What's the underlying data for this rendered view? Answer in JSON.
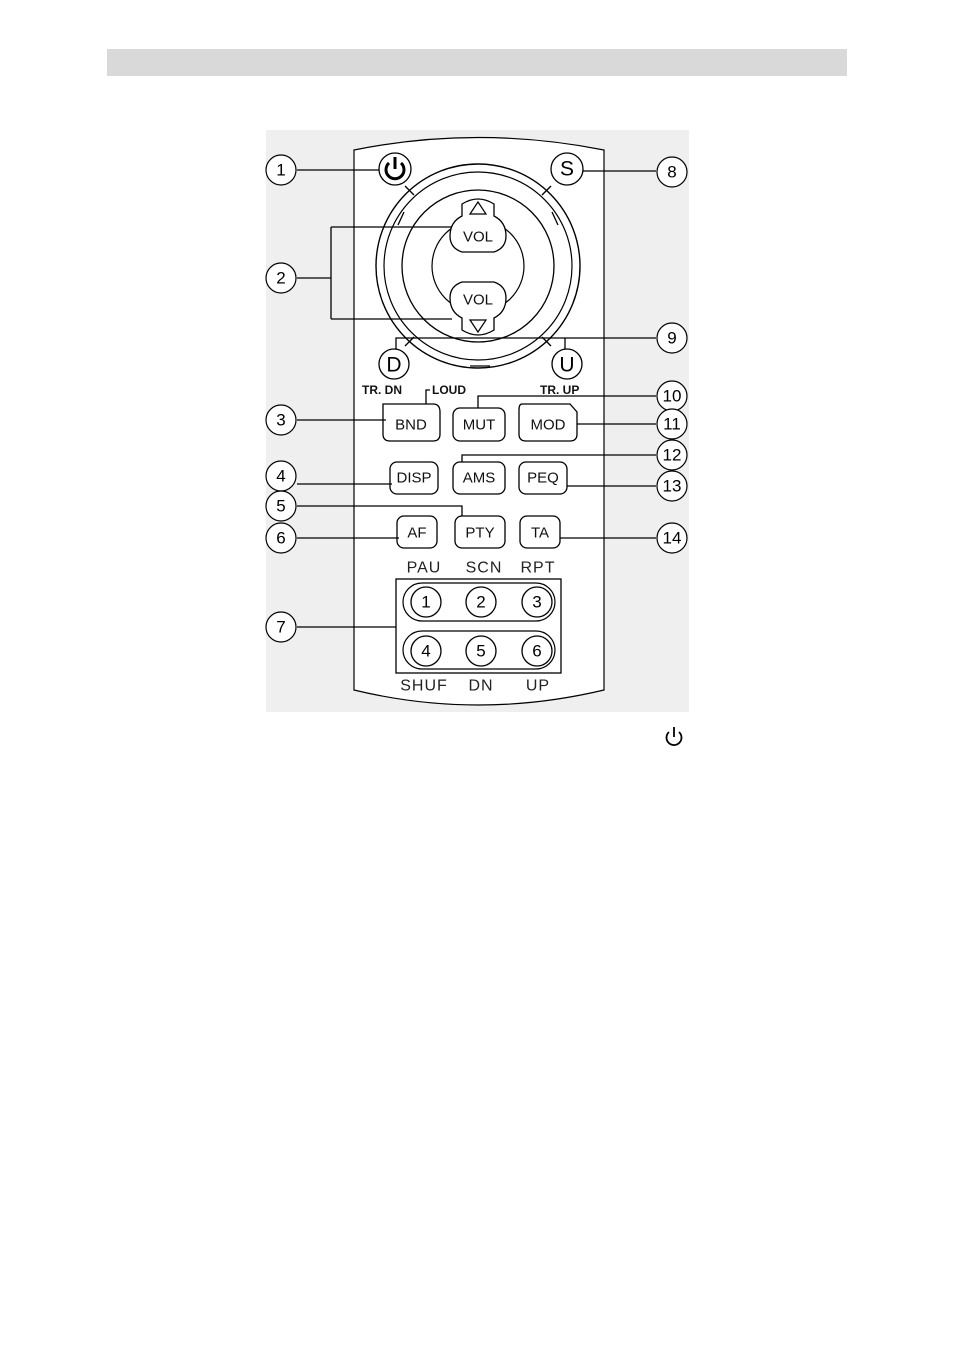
{
  "buttons": {
    "vol": "VOL",
    "s": "S",
    "d": "D",
    "u": "U",
    "bnd": "BND",
    "mut": "MUT",
    "mod": "MOD",
    "disp": "DISP",
    "ams": "AMS",
    "peq": "PEQ",
    "af": "AF",
    "pty": "PTY",
    "ta": "TA"
  },
  "labels": {
    "tr_dn": "TR. DN",
    "loud": "LOUD",
    "tr_up": "TR. UP"
  },
  "preset_group": {
    "top_labels": [
      "PAU",
      "SCN",
      "RPT"
    ],
    "bottom_labels": [
      "SHUF",
      "DN",
      "UP"
    ],
    "keys": [
      "1",
      "2",
      "3",
      "4",
      "5",
      "6"
    ]
  },
  "callouts": [
    "1",
    "2",
    "3",
    "4",
    "5",
    "6",
    "7",
    "8",
    "9",
    "10",
    "11",
    "12",
    "13",
    "14"
  ],
  "icons": {
    "power": "power-icon",
    "vol_up": "triangle-up-icon",
    "vol_down": "triangle-down-icon"
  }
}
